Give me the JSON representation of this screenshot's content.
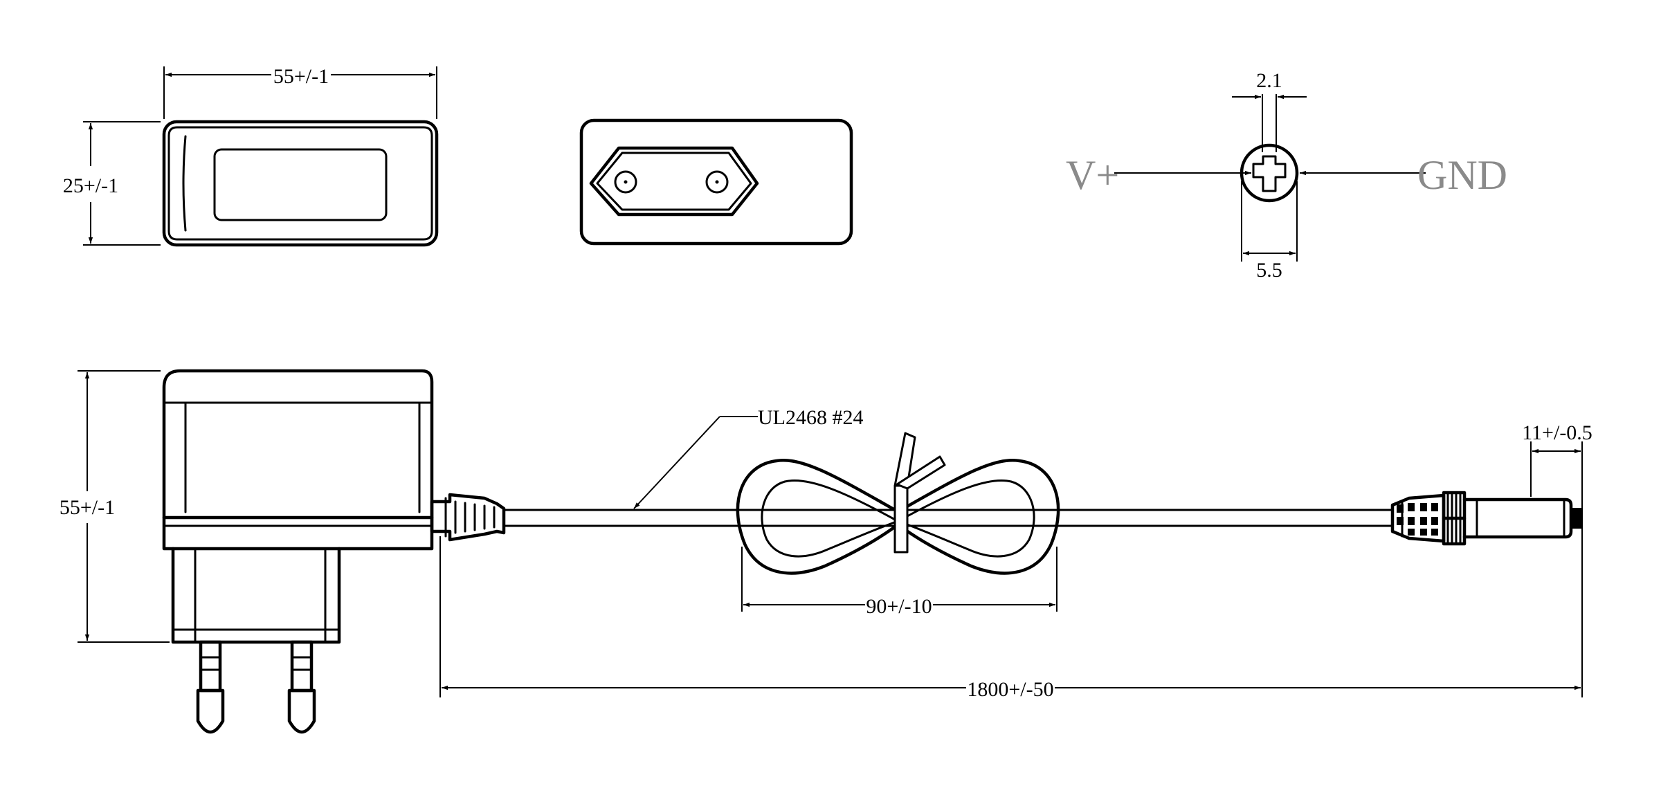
{
  "dimensions": {
    "top_width": "55+/-1",
    "top_height": "25+/-1",
    "side_height": "55+/-1",
    "plug_inner": "2.1",
    "plug_outer": "5.5",
    "loop_length": "90+/-10",
    "cable_length": "1800+/-50",
    "tip_length": "11+/-0.5"
  },
  "labels": {
    "positive": "V+",
    "ground": "GND",
    "cable_spec": "UL2468 #24"
  }
}
